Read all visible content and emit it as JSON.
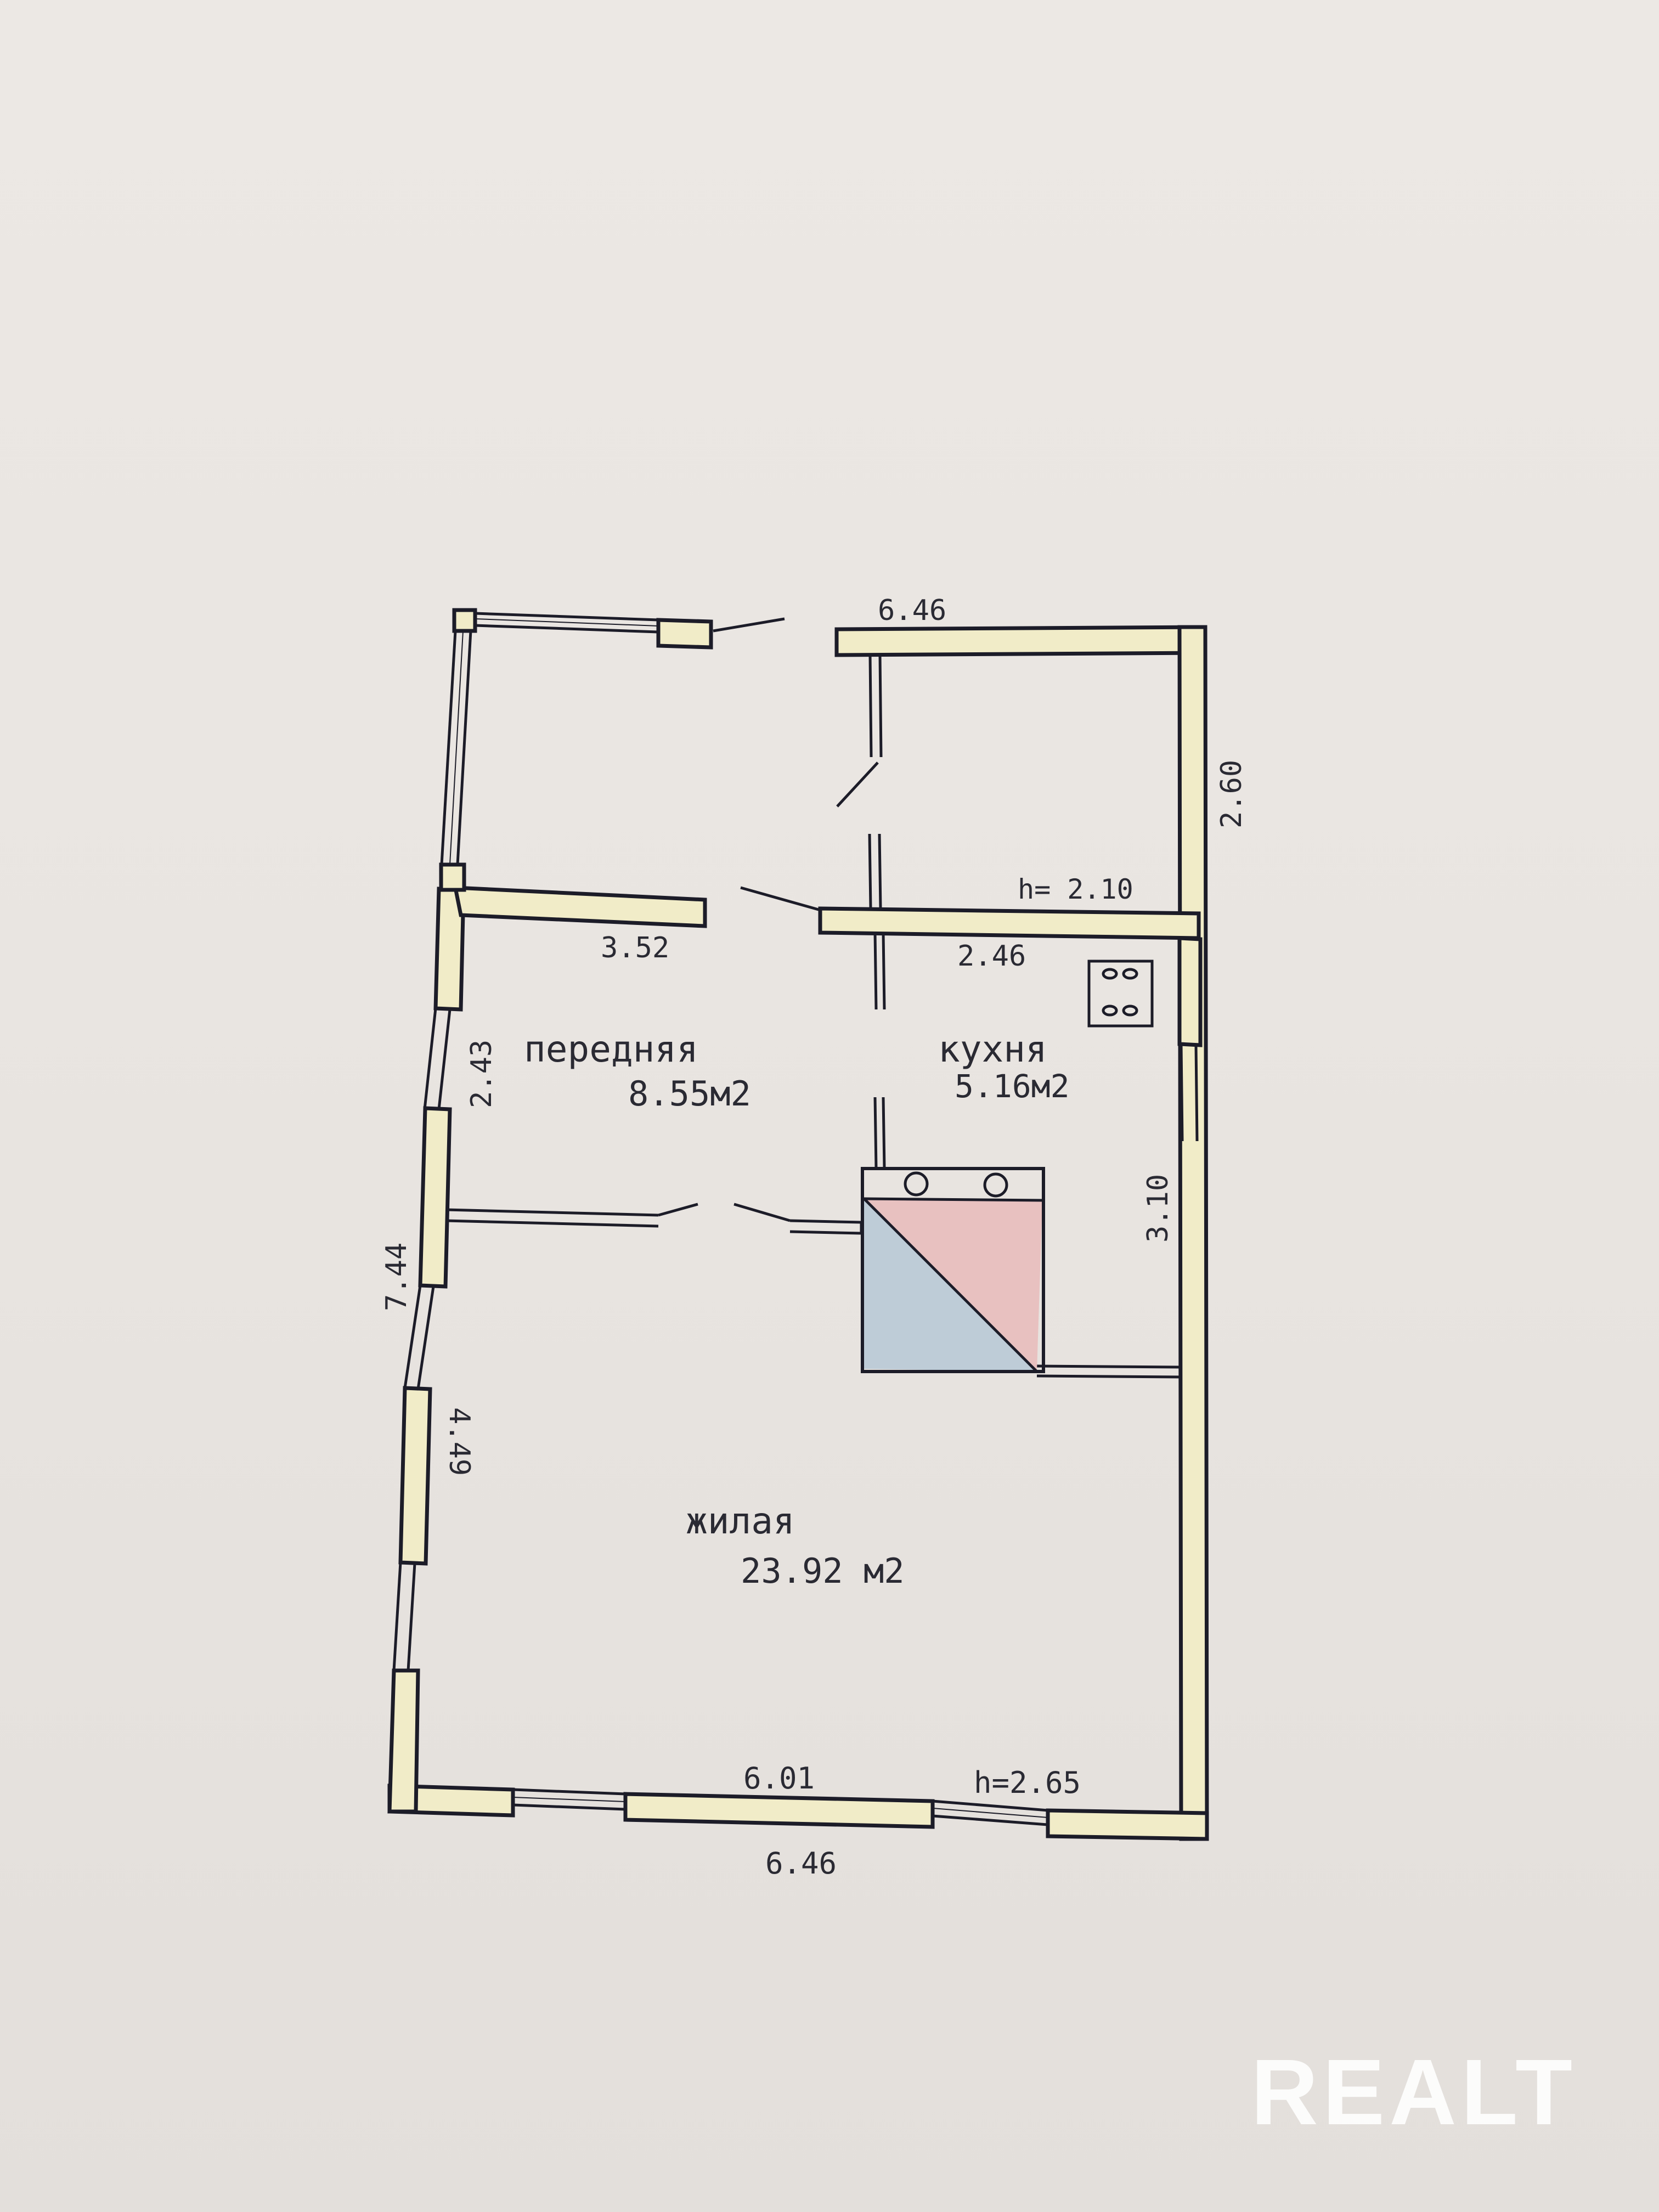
{
  "plan": {
    "rooms": {
      "hall": {
        "name": "передняя",
        "area": "8.55м2"
      },
      "kitchen": {
        "name": "кухня",
        "area": "5.16м2"
      },
      "living": {
        "name": "жилая",
        "area": "23.92 м2"
      }
    },
    "dimensions": {
      "top_width": "6.46",
      "right_top": "2.60",
      "ceiling_small": "h= 2.10",
      "hall_wall": "3.52",
      "kitchen_wall": "2.46",
      "left_upper": "2.43",
      "left_total": "7.44",
      "left_lower": "4.49",
      "right_mid": "3.10",
      "bottom_inner": "6.01",
      "ceiling_main": "h=2.65",
      "bottom_total": "6.46"
    },
    "colors": {
      "wall_fill": "#f1ecc8",
      "wall_stroke": "#1c1c28",
      "stove_pink": "#e8bcbc",
      "stove_blue": "#b9c9d6",
      "paper": "#ebe7e3"
    }
  },
  "watermark": {
    "label": "REALT"
  }
}
